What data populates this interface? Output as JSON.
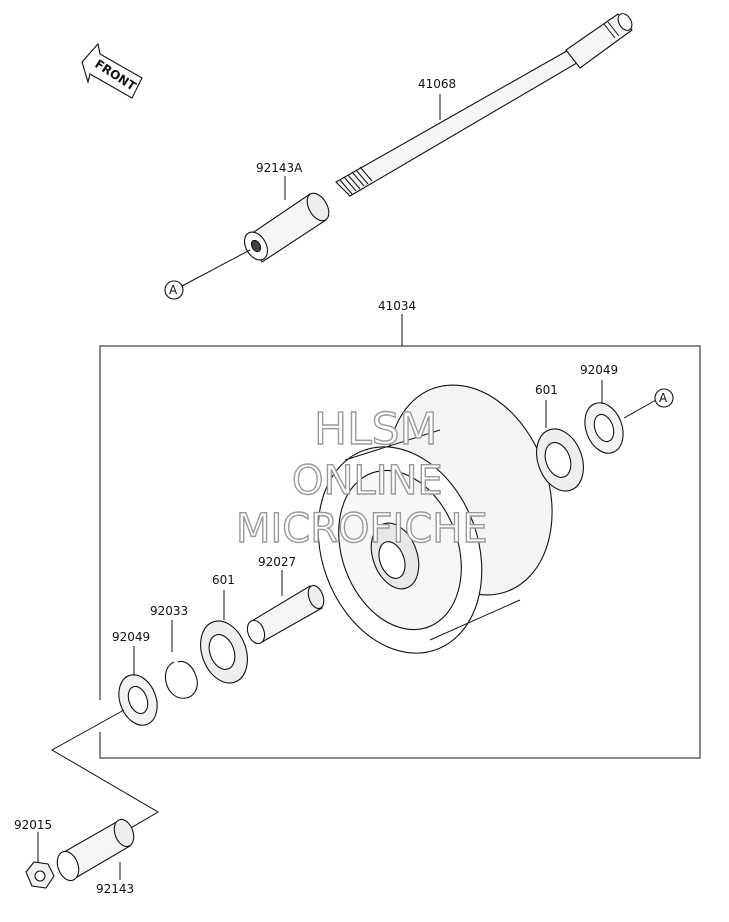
{
  "diagram": {
    "front_label": "FRONT",
    "watermark": [
      "HLSM",
      "ONLINE",
      "MICROFICHE"
    ],
    "callout_a": "A",
    "parts": {
      "axle": "41068",
      "collar_upper": "92143A",
      "hub_assembly": "41034",
      "seal_right": "92049",
      "bearing_right": "601",
      "spacer": "92027",
      "bearing_left": "601",
      "circlip": "92033",
      "seal_left": "92049",
      "nut": "92015",
      "collar_lower": "92143"
    },
    "colors": {
      "line": "#111111",
      "part_fill": "#f2f2f2",
      "watermark_stroke": "#9a9a9a"
    }
  }
}
